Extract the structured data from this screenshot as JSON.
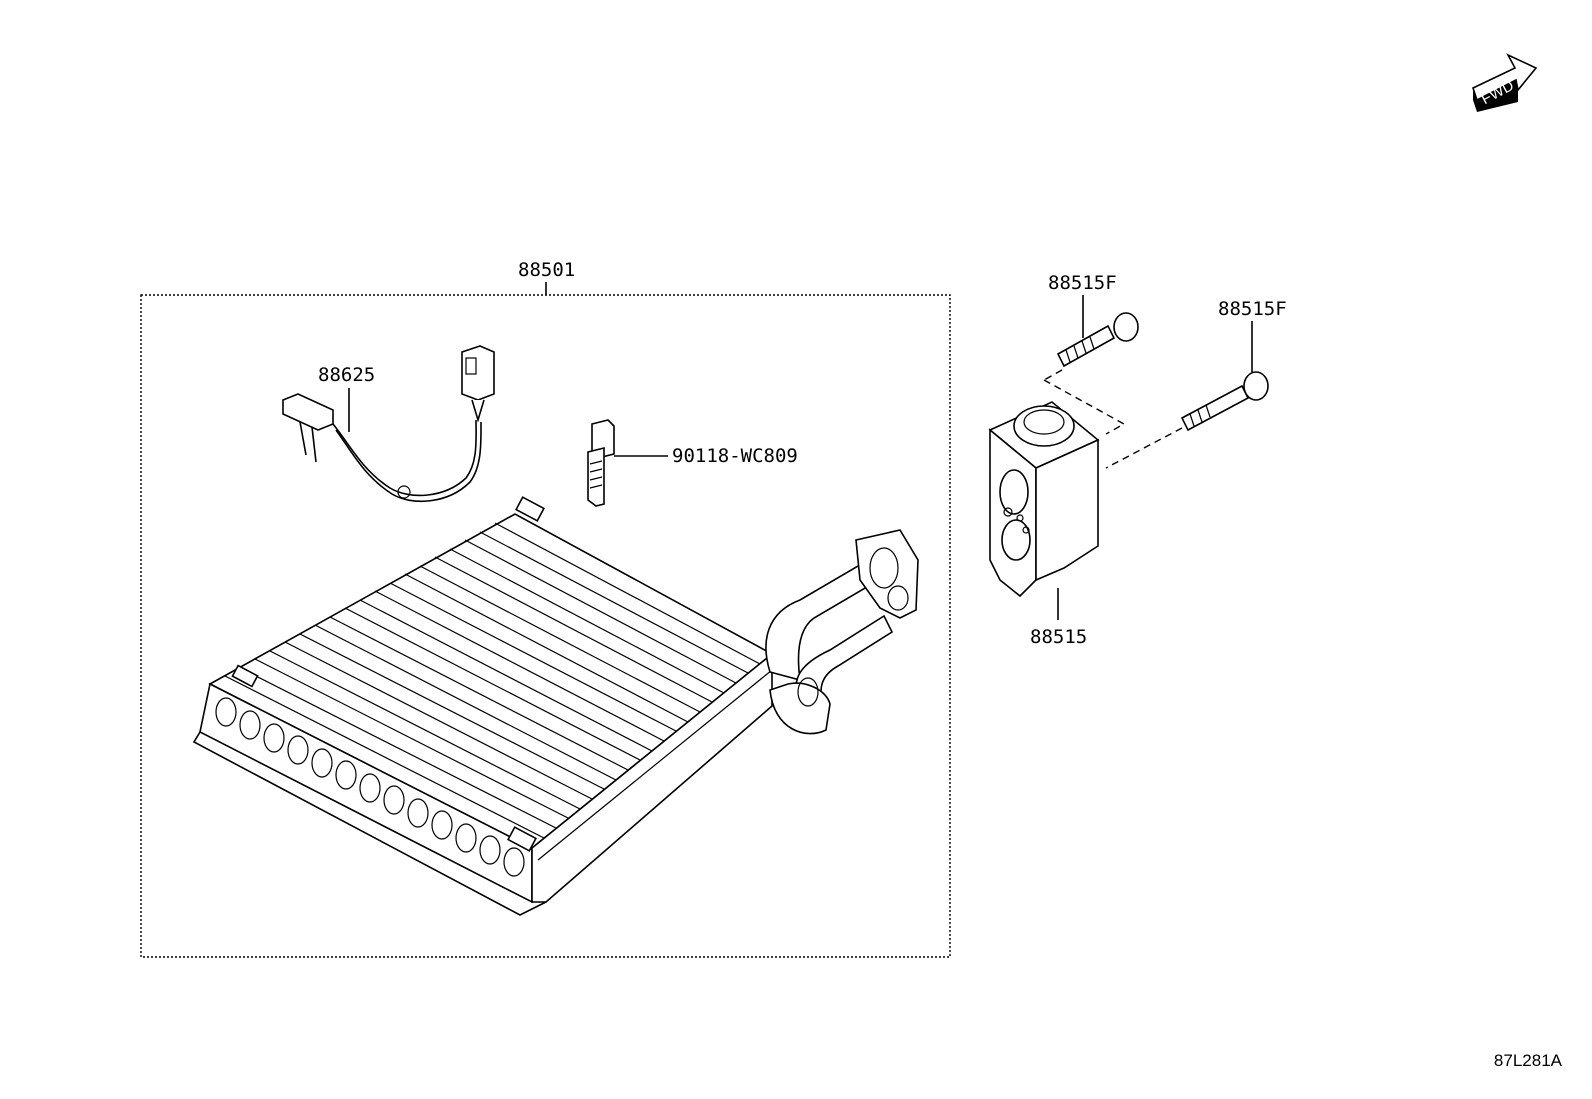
{
  "labels": {
    "assembly": "88501",
    "sensor": "88625",
    "clip": "90118-WC809",
    "bolt_1": "88515F",
    "bolt_2": "88515F",
    "valve": "88515"
  },
  "fwd_arrow": {
    "text": "FWD"
  },
  "diagram_code": "87L281A"
}
